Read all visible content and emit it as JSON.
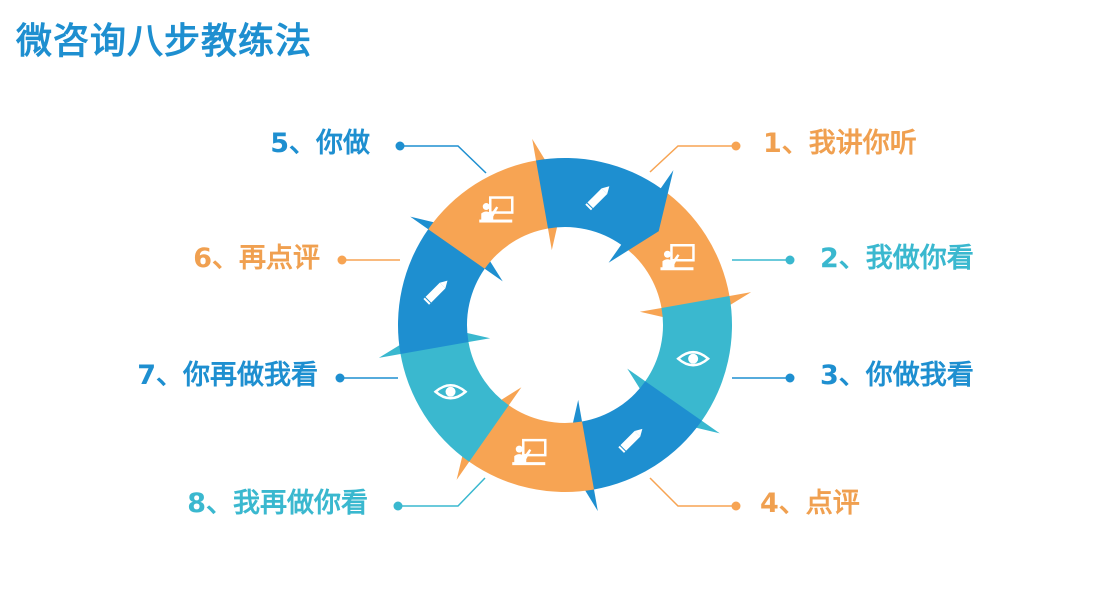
{
  "title": "微咨询八步教练法",
  "colors": {
    "blue": "#1e8fd0",
    "orange": "#f7a453",
    "teal": "#3ab8cf",
    "orange_text": "#f0a050",
    "white": "#ffffff"
  },
  "steps": [
    {
      "label": "1、我讲你听",
      "color": "orange",
      "icon": "presentation-board-icon"
    },
    {
      "label": "2、我做你看",
      "color": "teal",
      "icon": "eye-icon"
    },
    {
      "label": "3、你做我看",
      "color": "blue",
      "icon": "pencil-icon"
    },
    {
      "label": "4、点评",
      "color": "orange",
      "icon": "presentation-board-icon"
    },
    {
      "label": "8、我再做你看",
      "color": "teal",
      "icon": "eye-icon"
    },
    {
      "label": "7、你再做我看",
      "color": "blue",
      "icon": "pencil-icon"
    },
    {
      "label": "6、再点评",
      "color": "orange",
      "icon": "presentation-board-icon"
    },
    {
      "label": "5、你做",
      "color": "blue",
      "icon": "pencil-icon"
    }
  ]
}
